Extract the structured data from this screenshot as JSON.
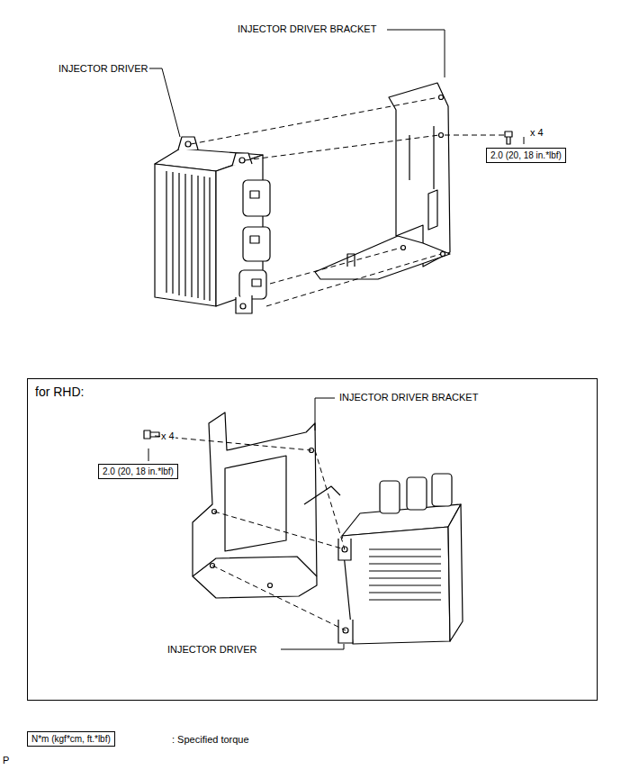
{
  "diagram": {
    "nodes": [
      {
        "text": [
          "2.0 (20, 18 in.*lbf)"
        ]
      },
      {
        "text": [
          "for RHD:"
        ]
      },
      {
        "text": [
          "2.0 (20, 18 in.*lbf)"
        ],
        "in": 1
      },
      {
        "text": [
          "N*m (kgf*cm, ft.*lbf)"
        ]
      }
    ],
    "labels": [
      "INJECTOR DRIVER BRACKET",
      "INJECTOR DRIVER",
      "x 4",
      "INJECTOR DRIVER BRACKET",
      "x 4",
      "INJECTOR DRIVER",
      ": Specified torque",
      "P"
    ]
  }
}
